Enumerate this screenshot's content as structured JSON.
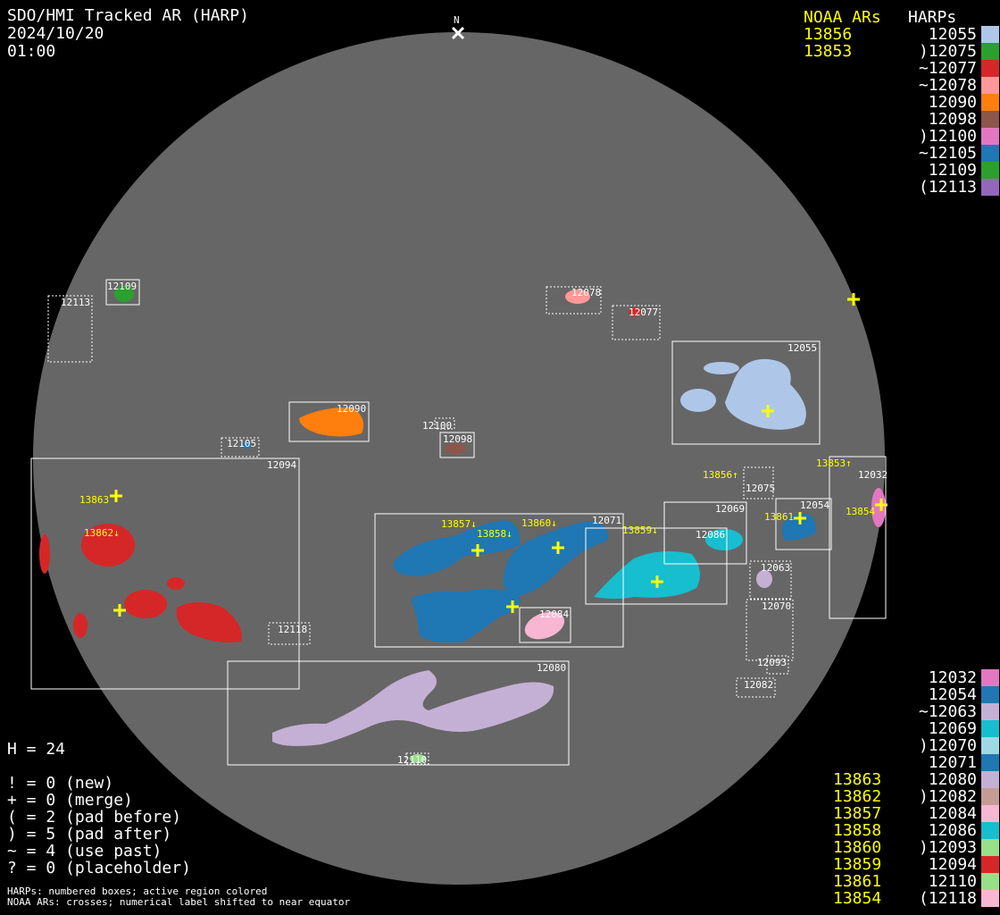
{
  "header": {
    "title": "SDO/HMI Tracked AR (HARP)",
    "date": "2024/10/20",
    "time": "01:00"
  },
  "north_label": "N",
  "noaa_top": {
    "heading": "NOAA ARs",
    "items": [
      "13856",
      "13853"
    ]
  },
  "harps_top": {
    "heading": "HARPs",
    "items": [
      {
        "label": " 12055",
        "color": "#aec7e8"
      },
      {
        "label": ")12075",
        "color": "#2ca02c"
      },
      {
        "label": "~12077",
        "color": "#d62728"
      },
      {
        "label": "~12078",
        "color": "#ff9896"
      },
      {
        "label": " 12090",
        "color": "#ff7f0e"
      },
      {
        "label": " 12098",
        "color": "#8c564b"
      },
      {
        "label": ")12100",
        "color": "#e377c2"
      },
      {
        "label": "~12105",
        "color": "#1f77b4"
      },
      {
        "label": " 12109",
        "color": "#2ca02c"
      },
      {
        "label": "(12113",
        "color": "#9467bd"
      }
    ]
  },
  "harps_bottom": [
    {
      "label": " 12032",
      "color": "#e377c2"
    },
    {
      "label": " 12054",
      "color": "#1f77b4"
    },
    {
      "label": "~12063",
      "color": "#c5b0d5"
    },
    {
      "label": " 12069",
      "color": "#17becf"
    },
    {
      "label": ")12070",
      "color": "#9edae5"
    },
    {
      "label": " 12071",
      "color": "#1f77b4"
    },
    {
      "label": " 12080",
      "color": "#c5b0d5"
    },
    {
      "label": ")12082",
      "color": "#c49c94"
    },
    {
      "label": " 12084",
      "color": "#f7b6d2"
    },
    {
      "label": " 12086",
      "color": "#17becf"
    },
    {
      "label": ")12093",
      "color": "#98df8a"
    },
    {
      "label": " 12094",
      "color": "#d62728"
    },
    {
      "label": " 12110",
      "color": "#98df8a"
    },
    {
      "label": "(12118",
      "color": "#f7b6d2"
    }
  ],
  "noaa_bottom": [
    "13863",
    "13862",
    "13857",
    "13858",
    "13860",
    "13859",
    "13861",
    "13854"
  ],
  "stats": {
    "h": "H = 24",
    "lines": [
      "! = 0 (new)",
      "+ = 0 (merge)",
      "( = 2 (pad before)",
      ") = 5 (pad after)",
      "~ = 4 (use past)",
      "? = 0 (placeholder)"
    ]
  },
  "footnote": [
    "HARPs: numbered boxes; active region colored",
    "NOAA ARs: crosses; numerical label shifted to near equator"
  ],
  "disk": {
    "harp_labels": {
      "h12113": "12113",
      "h12109": "12109",
      "h12078": "12078",
      "h12077": "12077",
      "h12055": "12055",
      "h12090": "12090",
      "h12100": "12100",
      "h12098": "12098",
      "h12105": "12105",
      "h12094": "12094",
      "h12075": "12075",
      "h12032": "12032",
      "h12069": "12069",
      "h12054": "12054",
      "h12071": "12071",
      "h12086": "12086",
      "h12084": "12084",
      "h12063": "12063",
      "h12070": "12070",
      "h12093": "12093",
      "h12082": "12082",
      "h12118": "12118",
      "h12080": "12080",
      "h12110": "12110"
    },
    "noaa_labels": {
      "n13863": "13863",
      "n13862": "13862↓",
      "n13857": "13857↓",
      "n13858": "13858↓",
      "n13860": "13860↓",
      "n13859": "13859↓",
      "n13861": "13861",
      "n13854": "13854",
      "n13853": "13853↑",
      "n13856": "13856↑"
    }
  }
}
